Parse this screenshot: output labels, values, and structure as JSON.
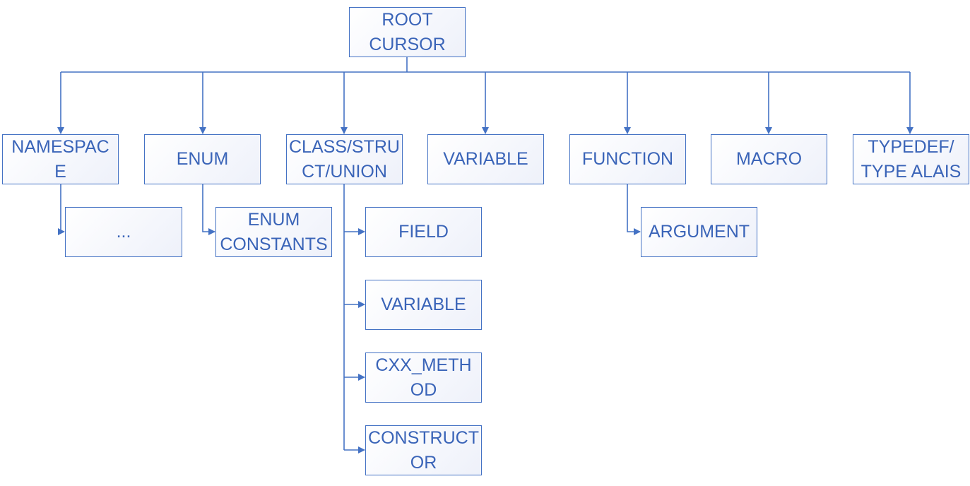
{
  "diagram": {
    "line_color": "#4472c4",
    "text_color": "#3a64b8",
    "nodes": {
      "root": [
        "ROOT",
        "CURSOR"
      ],
      "namespace": [
        "NAMESPAC",
        "E"
      ],
      "enum": [
        "ENUM"
      ],
      "class": [
        "CLASS/STRU",
        "CT/UNION"
      ],
      "variable": [
        "VARIABLE"
      ],
      "function": [
        "FUNCTION"
      ],
      "macro": [
        "MACRO"
      ],
      "typedef": [
        "TYPEDEF/",
        "TYPE ALAIS"
      ],
      "ellipsis": [
        "..."
      ],
      "enum_constants": [
        "ENUM",
        "CONSTANTS"
      ],
      "field": [
        "FIELD"
      ],
      "class_variable": [
        "VARIABLE"
      ],
      "cxx_method": [
        "CXX_METH",
        "OD"
      ],
      "constructor": [
        "CONSTRUCT",
        "OR"
      ],
      "argument": [
        "ARGUMENT"
      ]
    }
  }
}
